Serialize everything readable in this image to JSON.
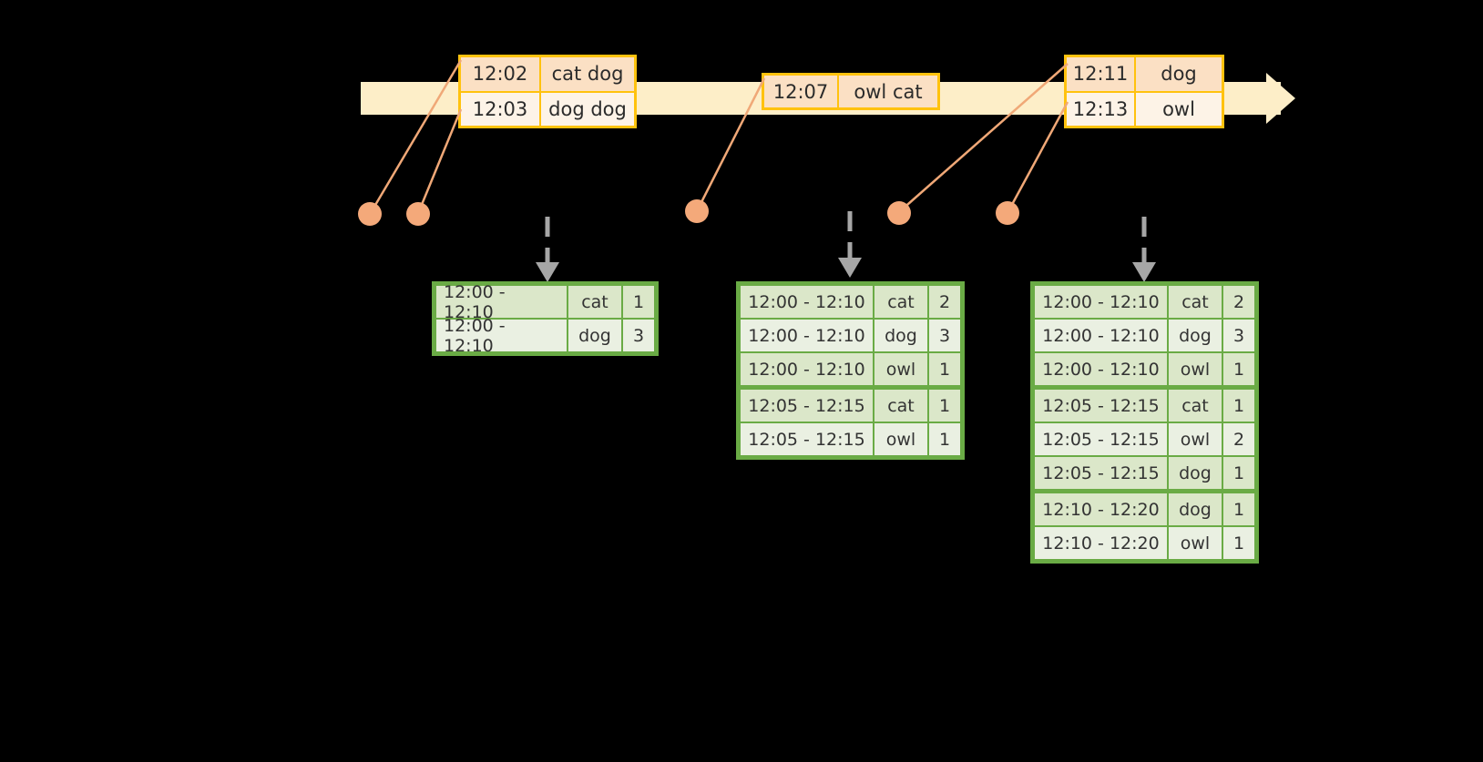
{
  "timeline": {
    "arrow_icon": "right-arrow-icon",
    "events": [
      {
        "id": "event-group-1",
        "rows": [
          {
            "time": "12:02",
            "words": "cat dog"
          },
          {
            "time": "12:03",
            "words": "dog dog"
          }
        ]
      },
      {
        "id": "event-group-2",
        "rows": [
          {
            "time": "12:07",
            "words": "owl cat"
          }
        ]
      },
      {
        "id": "event-group-3",
        "rows": [
          {
            "time": "12:11",
            "words": "dog"
          },
          {
            "time": "12:13",
            "words": "owl"
          }
        ]
      }
    ]
  },
  "colors": {
    "timeline_bar": "#fdeec8",
    "event_border": "#ffc20e",
    "event_fill_dark": "#fbe0c4",
    "event_fill_light": "#fdf3e7",
    "connector": "#f0a877",
    "dot": "#f4a97a",
    "table_border": "#6aab45",
    "table_fill_dark": "#dbe7c9",
    "table_fill_light": "#eaf0e2",
    "down_arrow": "#a6a6a6",
    "background": "#000000"
  },
  "tables": [
    {
      "id": "result-table-1",
      "groups": [
        {
          "rows": [
            {
              "window": "12:00 - 12:10",
              "word": "cat",
              "count": "1"
            },
            {
              "window": "12:00 - 12:10",
              "word": "dog",
              "count": "3"
            }
          ]
        }
      ]
    },
    {
      "id": "result-table-2",
      "groups": [
        {
          "rows": [
            {
              "window": "12:00 - 12:10",
              "word": "cat",
              "count": "2"
            },
            {
              "window": "12:00 - 12:10",
              "word": "dog",
              "count": "3"
            },
            {
              "window": "12:00 - 12:10",
              "word": "owl",
              "count": "1"
            }
          ]
        },
        {
          "rows": [
            {
              "window": "12:05 - 12:15",
              "word": "cat",
              "count": "1"
            },
            {
              "window": "12:05 - 12:15",
              "word": "owl",
              "count": "1"
            }
          ]
        }
      ]
    },
    {
      "id": "result-table-3",
      "groups": [
        {
          "rows": [
            {
              "window": "12:00 - 12:10",
              "word": "cat",
              "count": "2"
            },
            {
              "window": "12:00 - 12:10",
              "word": "dog",
              "count": "3"
            },
            {
              "window": "12:00 - 12:10",
              "word": "owl",
              "count": "1"
            }
          ]
        },
        {
          "rows": [
            {
              "window": "12:05 - 12:15",
              "word": "cat",
              "count": "1"
            },
            {
              "window": "12:05 - 12:15",
              "word": "owl",
              "count": "2"
            },
            {
              "window": "12:05 - 12:15",
              "word": "dog",
              "count": "1"
            }
          ]
        },
        {
          "rows": [
            {
              "window": "12:10 - 12:20",
              "word": "dog",
              "count": "1"
            },
            {
              "window": "12:10 - 12:20",
              "word": "owl",
              "count": "1"
            }
          ]
        }
      ]
    }
  ]
}
